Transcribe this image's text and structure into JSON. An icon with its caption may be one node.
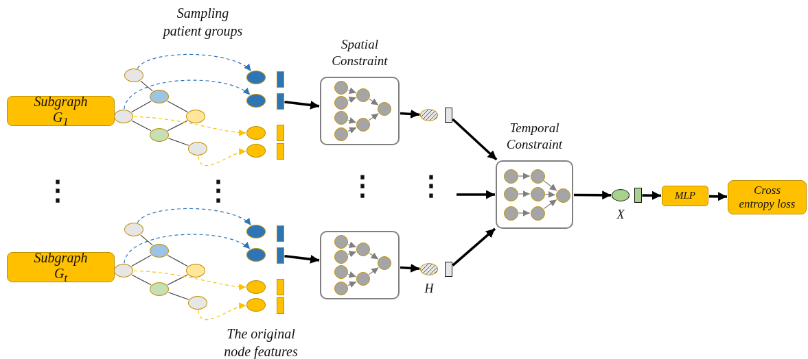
{
  "diagram": {
    "nodes": [
      {
        "text": [
          "Subgraph G$_{1}$"
        ]
      },
      {
        "text": [
          "Subgraph G$_{t}$"
        ]
      },
      {
        "text": [],
        "shape": "circle"
      },
      {
        "text": [],
        "shape": "circle"
      },
      {
        "text": [],
        "shape": "circle"
      },
      {
        "text": [],
        "shape": "circle"
      },
      {
        "text": [],
        "shape": "circle"
      },
      {
        "text": [],
        "shape": "circle"
      },
      {
        "text": [],
        "shape": "circle"
      },
      {
        "text": [],
        "shape": "circle"
      },
      {
        "text": [],
        "shape": "circle"
      },
      {
        "text": [],
        "shape": "circle"
      },
      {
        "text": [],
        "shape": "bar"
      },
      {
        "text": [],
        "shape": "bar"
      },
      {
        "text": [],
        "shape": "bar"
      },
      {
        "text": [],
        "shape": "bar"
      },
      {
        "text": [],
        "shape": "circle"
      },
      {
        "text": [],
        "shape": "circle"
      },
      {
        "text": [],
        "shape": "circle"
      },
      {
        "text": [],
        "shape": "circle"
      },
      {
        "text": [],
        "shape": "circle"
      },
      {
        "text": [],
        "shape": "circle"
      },
      {
        "text": [],
        "shape": "circle"
      },
      {
        "text": [],
        "shape": "circle"
      },
      {
        "text": [],
        "shape": "circle"
      },
      {
        "text": [],
        "shape": "circle"
      },
      {
        "text": [],
        "shape": "bar"
      },
      {
        "text": [],
        "shape": "bar"
      },
      {
        "text": [],
        "shape": "bar"
      },
      {
        "text": [],
        "shape": "bar"
      },
      {
        "text": [
          "Spatial Constraint"
        ]
      },
      {
        "text": [],
        "shape": "circle",
        "in": 30
      },
      {
        "text": [],
        "shape": "circle",
        "in": 30
      },
      {
        "text": [],
        "shape": "circle",
        "in": 30
      },
      {
        "text": [],
        "shape": "circle",
        "in": 30
      },
      {
        "text": [],
        "shape": "circle",
        "in": 30
      },
      {
        "text": [],
        "shape": "circle",
        "in": 30
      },
      {
        "text": [],
        "shape": "circle",
        "in": 30
      },
      {
        "text": [],
        "shape": "box"
      },
      {
        "text": [],
        "shape": "circle",
        "in": 38
      },
      {
        "text": [],
        "shape": "circle",
        "in": 38
      },
      {
        "text": [],
        "shape": "circle",
        "in": 38
      },
      {
        "text": [],
        "shape": "circle",
        "in": 38
      },
      {
        "text": [],
        "shape": "circle",
        "in": 38
      },
      {
        "text": [],
        "shape": "circle",
        "in": 38
      },
      {
        "text": [],
        "shape": "circle",
        "in": 38
      },
      {
        "text": [],
        "shape": "circle"
      },
      {
        "text": [],
        "shape": "bar"
      },
      {
        "text": [],
        "shape": "circle",
        "beside": [
          "H"
        ]
      },
      {
        "text": [],
        "shape": "bar"
      },
      {
        "text": [
          "Temporal Constraint"
        ]
      },
      {
        "text": [],
        "shape": "circle",
        "in": 50
      },
      {
        "text": [],
        "shape": "circle",
        "in": 50
      },
      {
        "text": [],
        "shape": "circle",
        "in": 50
      },
      {
        "text": [],
        "shape": "circle",
        "in": 50
      },
      {
        "text": [],
        "shape": "circle",
        "in": 50
      },
      {
        "text": [],
        "shape": "circle",
        "in": 50
      },
      {
        "text": [],
        "shape": "circle",
        "in": 50
      },
      {
        "text": [],
        "shape": "circle",
        "beside": [
          "X"
        ]
      },
      {
        "text": [],
        "shape": "bar"
      },
      {
        "text": [
          "MLP"
        ]
      },
      {
        "text": [
          "Cross entropy loss"
        ]
      }
    ],
    "edges": [
      {
        "from": 2,
        "to": 3,
        "arrow": "none",
        "color": "#404040"
      },
      {
        "from": 4,
        "to": 3,
        "arrow": "none",
        "color": "#404040"
      },
      {
        "from": 3,
        "to": 5,
        "arrow": "none",
        "color": "#404040"
      },
      {
        "from": 4,
        "to": 6,
        "arrow": "none",
        "color": "#404040"
      },
      {
        "from": 6,
        "to": 5,
        "arrow": "none",
        "color": "#404040"
      },
      {
        "from": 6,
        "to": 7,
        "arrow": "none",
        "color": "#404040"
      },
      {
        "from": 2,
        "to": 8,
        "arrow": "to",
        "style": "dashed",
        "color": "#2e75b6"
      },
      {
        "from": 4,
        "to": 9,
        "arrow": "to",
        "style": "dashed",
        "color": "#2e75b6"
      },
      {
        "from": 4,
        "to": 10,
        "arrow": "to",
        "style": "dashed",
        "color": "#ffc000"
      },
      {
        "from": 7,
        "to": 11,
        "arrow": "to",
        "style": "dashed",
        "color": "#ffc000"
      },
      {
        "from": 16,
        "to": 17,
        "arrow": "none",
        "color": "#404040"
      },
      {
        "from": 18,
        "to": 17,
        "arrow": "none",
        "color": "#404040"
      },
      {
        "from": 17,
        "to": 19,
        "arrow": "none",
        "color": "#404040"
      },
      {
        "from": 18,
        "to": 20,
        "arrow": "none",
        "color": "#404040"
      },
      {
        "from": 20,
        "to": 19,
        "arrow": "none",
        "color": "#404040"
      },
      {
        "from": 20,
        "to": 21,
        "arrow": "none",
        "color": "#404040"
      },
      {
        "from": 16,
        "to": 22,
        "arrow": "to",
        "style": "dashed",
        "color": "#2e75b6"
      },
      {
        "from": 18,
        "to": 23,
        "arrow": "to",
        "style": "dashed",
        "color": "#2e75b6"
      },
      {
        "from": 18,
        "to": 24,
        "arrow": "to",
        "style": "dashed",
        "color": "#ffc000"
      },
      {
        "from": 21,
        "to": 25,
        "arrow": "to",
        "style": "dashed",
        "color": "#ffc000"
      },
      {
        "from": 13,
        "to": 30,
        "arrow": "to",
        "style": "thick",
        "color": "#000000"
      },
      {
        "from": 27,
        "to": 38,
        "arrow": "to",
        "style": "thick",
        "color": "#000000"
      },
      {
        "from": 30,
        "to": 46,
        "arrow": "to",
        "style": "thick",
        "color": "#000000"
      },
      {
        "from": 38,
        "to": 48,
        "arrow": "to",
        "style": "thick",
        "color": "#000000"
      },
      {
        "from": 31,
        "to": 35,
        "arrow": "to",
        "color": "#7f7f7f"
      },
      {
        "from": 32,
        "to": 35,
        "arrow": "to",
        "color": "#7f7f7f"
      },
      {
        "from": 33,
        "to": 36,
        "arrow": "to",
        "color": "#7f7f7f"
      },
      {
        "from": 34,
        "to": 36,
        "arrow": "to",
        "color": "#7f7f7f"
      },
      {
        "from": 35,
        "to": 37,
        "arrow": "to",
        "color": "#7f7f7f"
      },
      {
        "from": 36,
        "to": 37,
        "arrow": "to",
        "color": "#7f7f7f"
      },
      {
        "from": 39,
        "to": 43,
        "arrow": "to",
        "color": "#7f7f7f"
      },
      {
        "from": 40,
        "to": 43,
        "arrow": "to",
        "color": "#7f7f7f"
      },
      {
        "from": 41,
        "to": 44,
        "arrow": "to",
        "color": "#7f7f7f"
      },
      {
        "from": 42,
        "to": 44,
        "arrow": "to",
        "color": "#7f7f7f"
      },
      {
        "from": 43,
        "to": 45,
        "arrow": "to",
        "color": "#7f7f7f"
      },
      {
        "from": 44,
        "to": 45,
        "arrow": "to",
        "color": "#7f7f7f"
      },
      {
        "from": 47,
        "to": 50,
        "arrow": "to",
        "style": "thick",
        "color": "#000000"
      },
      {
        "from": 49,
        "to": 50,
        "arrow": "to",
        "style": "thick",
        "color": "#000000"
      },
      {
        "from": null,
        "to": 50,
        "arrow": "to",
        "style": "thick",
        "color": "#000000"
      },
      {
        "from": 51,
        "to": 52,
        "arrow": "to",
        "color": "#7f7f7f"
      },
      {
        "from": 53,
        "to": 54,
        "arrow": "to",
        "color": "#7f7f7f"
      },
      {
        "from": 55,
        "to": 56,
        "arrow": "to",
        "color": "#7f7f7f"
      },
      {
        "from": 52,
        "to": 57,
        "arrow": "to",
        "color": "#7f7f7f"
      },
      {
        "from": 54,
        "to": 57,
        "arrow": "to",
        "color": "#7f7f7f"
      },
      {
        "from": 56,
        "to": 57,
        "arrow": "to",
        "color": "#7f7f7f"
      },
      {
        "from": 50,
        "to": 58,
        "arrow": "to",
        "style": "thick",
        "color": "#000000"
      },
      {
        "from": 59,
        "to": 60,
        "arrow": "to",
        "style": "thick",
        "color": "#000000"
      },
      {
        "from": 60,
        "to": 61,
        "arrow": "to",
        "style": "thick",
        "color": "#000000"
      }
    ],
    "labels": [
      "Sampling patient groups",
      "⋮",
      "⋮",
      "⋮",
      "⋮",
      "The original node features"
    ]
  }
}
